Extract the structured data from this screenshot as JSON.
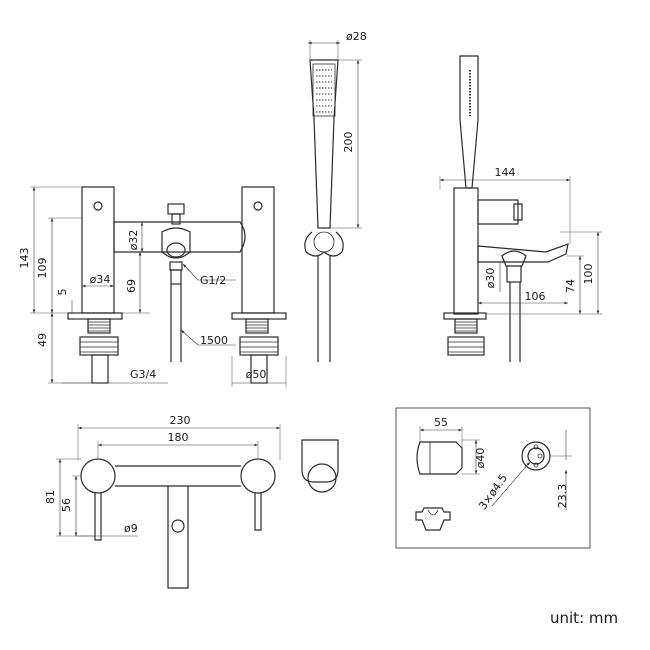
{
  "drawing": {
    "front_view": {
      "dims": {
        "total_height": "143",
        "body_height": "109",
        "spout_dia": "ø32",
        "mixer_height": "69",
        "body_dia": "ø34",
        "gap": "5",
        "shank_length": "49",
        "outlet_thread": "G1/2",
        "hose_length": "1500",
        "inlet_thread": "G3/4",
        "base_dia": "ø50"
      }
    },
    "handset_view": {
      "dims": {
        "head_dia": "ø28",
        "handset_length": "200"
      }
    },
    "side_view": {
      "dims": {
        "depth": "144",
        "diverter_dia": "ø30",
        "spout_reach": "106",
        "spout_height": "74",
        "overall_height": "100"
      }
    },
    "top_view": {
      "dims": {
        "overall_width": "230",
        "centres": "180",
        "depth": "81",
        "centre_depth": "56",
        "lever_dia": "ø9"
      }
    },
    "bracket_detail": {
      "dims": {
        "length": "55",
        "dia": "ø40",
        "holes": "3×ø4.5",
        "height": "23.3"
      }
    },
    "unit_label": "unit: mm"
  }
}
